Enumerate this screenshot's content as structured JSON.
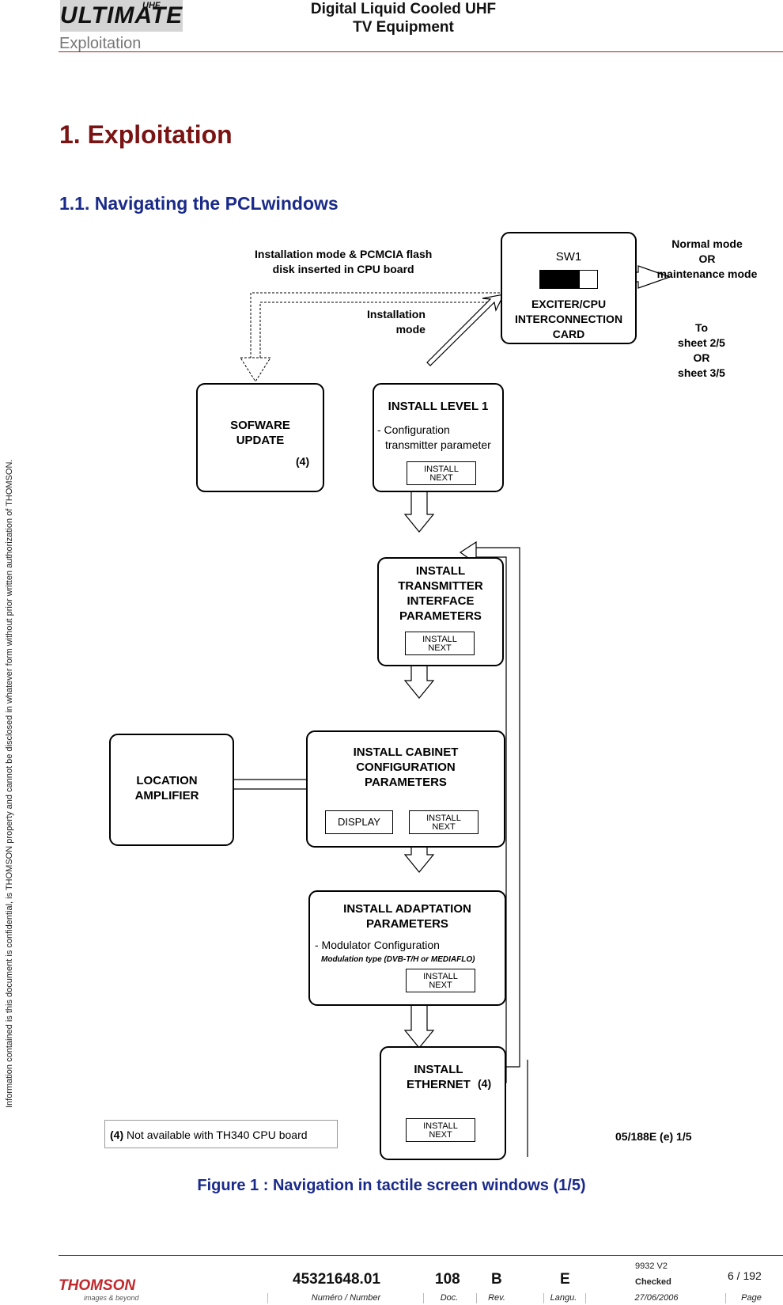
{
  "header": {
    "logo_top": "UHF",
    "logo_main": "ULTIMATE",
    "section": "Exploitation",
    "title_line1": "Digital Liquid Cooled UHF",
    "title_line2": "TV Equipment"
  },
  "side_notice": "Information contained is this document is confidential, is THOMSON property and cannot be disclosed in whatever form without prior written authorization of THOMSON.",
  "heading1": "1.  Exploitation",
  "heading2": "1.1.   Navigating the PCLwindows",
  "diagram": {
    "install_pcmcia_line1": "Installation mode & PCMCIA flash",
    "install_pcmcia_line2": "disk inserted in CPU board",
    "installation_mode_line1": "Installation",
    "installation_mode_line2": "mode",
    "sw1_label": "SW1",
    "exciter_line1": "EXCITER/CPU",
    "exciter_line2": "INTERCONNECTION",
    "exciter_line3": "CARD",
    "normal_line1": "Normal mode",
    "normal_line2": "OR",
    "normal_line3": "maintenance mode",
    "to_line1": "To",
    "to_line2": "sheet 2/5",
    "to_line3": "OR",
    "to_line4": "sheet 3/5",
    "software_line1": "SOFWARE",
    "software_line2": "UPDATE",
    "software_note": "(4)",
    "level1_title": "INSTALL  LEVEL 1",
    "level1_line1": "- Configuration",
    "level1_line2": "transmitter parameter",
    "btn_install": "INSTALL",
    "btn_next": "NEXT",
    "tx_line1": "INSTALL",
    "tx_line2": "TRANSMITTER",
    "tx_line3": "INTERFACE",
    "tx_line4": "PARAMETERS",
    "location_line1": "LOCATION",
    "location_line2": "AMPLIFIER",
    "cabinet_line1": "INSTALL CABINET",
    "cabinet_line2": "CONFIGURATION",
    "cabinet_line3": "PARAMETERS",
    "btn_display": "DISPLAY",
    "adapt_line1": "INSTALL  ADAPTATION",
    "adapt_line2": "PARAMETERS",
    "adapt_line3": "- Modulator Configuration",
    "adapt_line4": "Modulation type (DVB-T/H or MEDIAFLO)",
    "eth_line1": "INSTALL",
    "eth_line2": "ETHERNET",
    "eth_note": "(4)",
    "note_marker": "(4)",
    "note_text": " Not available with TH340 CPU board",
    "ref": "05/188E (e) 1/5"
  },
  "caption": "Figure 1 : Navigation in tactile screen windows (1/5)",
  "footer": {
    "company": "THOMSON",
    "tagline": "images & beyond",
    "number": "45321648.01",
    "doc": "108",
    "rev": "B",
    "lang": "E",
    "version": "9932 V2",
    "checked": "Checked",
    "page": "6 / 192",
    "lab_number": "Numéro / Number",
    "lab_doc": "Doc.",
    "lab_rev": "Rev.",
    "lab_lang": "Langu.",
    "date": "27/06/2006",
    "lab_page": "Page"
  }
}
